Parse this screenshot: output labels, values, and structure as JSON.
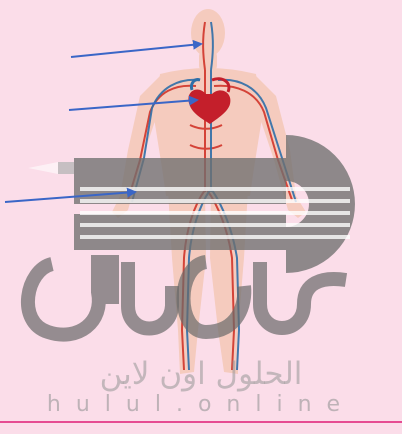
{
  "diagram": {
    "subject": "human circulatory system",
    "pointer_count": 3,
    "colors": {
      "background": "#fbdde9",
      "arrow": "#3a66c7",
      "arteries": "#d1352a",
      "veins": "#2f6fa8",
      "heart": "#c41f2b",
      "body_silhouette": "#f3c6b0",
      "accent_rule": "#e64c92"
    }
  },
  "watermark": {
    "arabic": "الحلول اون لاين",
    "latin": "hulul.online"
  }
}
